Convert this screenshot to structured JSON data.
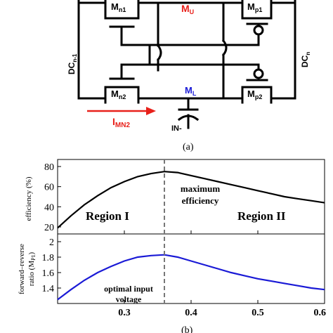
{
  "circuit": {
    "labels": {
      "mn1_main": "M",
      "mn1_sub": "n1",
      "mp1_main": "M",
      "mp1_sub": "p1",
      "mn2_main": "M",
      "mn2_sub": "n2",
      "mp2_main": "M",
      "mp2_sub": "p2",
      "mu_main": "M",
      "mu_sub": "U",
      "ml_main": "M",
      "ml_sub": "L",
      "dcl_main": "DC",
      "dcl_sub": "n-1",
      "dcr_main": "DC",
      "dcr_sub": "n",
      "imn2_main": "I",
      "imn2_sub": "MN2",
      "in_label": "IN-"
    },
    "caption_a": "(a)",
    "colors": {
      "red": "#e8201a",
      "blue": "#1a1ad6",
      "black": "#000000"
    }
  },
  "caption_b": "(b)",
  "chart_data": [
    {
      "type": "line",
      "ylabel": "efficiency (%)",
      "ylim": [
        13,
        87
      ],
      "yticks": [
        20,
        40,
        60,
        80
      ],
      "xlim": [
        0.2,
        0.6
      ],
      "grid": false,
      "color": "#000000",
      "x": [
        0.2,
        0.22,
        0.24,
        0.26,
        0.28,
        0.3,
        0.32,
        0.34,
        0.36,
        0.38,
        0.4,
        0.42,
        0.44,
        0.46,
        0.48,
        0.5,
        0.52,
        0.54,
        0.56,
        0.58,
        0.6
      ],
      "y": [
        19,
        31,
        42,
        51,
        59,
        65,
        70,
        73,
        75,
        74,
        71,
        68,
        65,
        62,
        59,
        56,
        53,
        50,
        48,
        46,
        44
      ],
      "annotations": [
        "Region I",
        "maximum",
        "efficiency",
        "Region II"
      ]
    },
    {
      "type": "line",
      "ylabel_main": "forward–reverse",
      "ylabel_line2": "ratio (M",
      "ylabel_sub": "P1",
      "ylabel_end": ")",
      "ylim": [
        1.2,
        2.1
      ],
      "yticks": [
        1.4,
        1.6,
        1.8,
        2
      ],
      "ytick_labels": [
        "1.4",
        "1.6",
        "1.8",
        "2"
      ],
      "xlim": [
        0.2,
        0.6
      ],
      "xticks": [
        0.3,
        0.4,
        0.5,
        0.6
      ],
      "xtick_labels": [
        "0.3",
        "0.4",
        "0.5",
        "0.6"
      ],
      "grid": false,
      "color": "#1a1ad6",
      "x": [
        0.2,
        0.22,
        0.24,
        0.26,
        0.28,
        0.3,
        0.32,
        0.34,
        0.36,
        0.38,
        0.4,
        0.42,
        0.44,
        0.46,
        0.48,
        0.5,
        0.52,
        0.54,
        0.56,
        0.58,
        0.6
      ],
      "y": [
        1.25,
        1.38,
        1.5,
        1.6,
        1.68,
        1.75,
        1.8,
        1.82,
        1.83,
        1.8,
        1.75,
        1.7,
        1.65,
        1.6,
        1.56,
        1.52,
        1.49,
        1.46,
        1.43,
        1.4,
        1.38
      ],
      "annotations": [
        "optimal input",
        "voltage"
      ]
    }
  ]
}
